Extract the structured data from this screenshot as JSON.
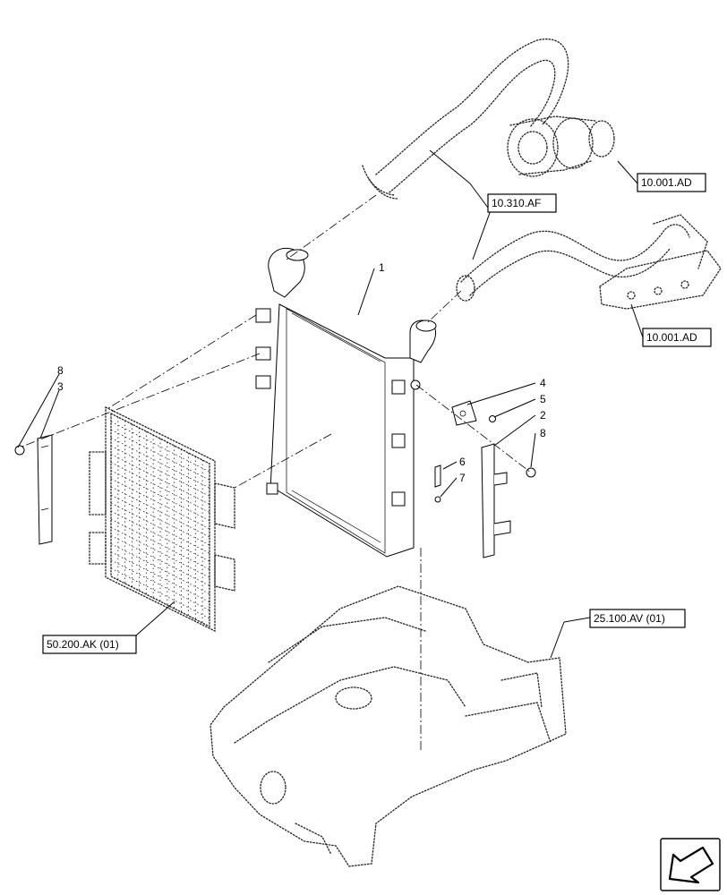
{
  "references": {
    "turbo": "10.001.AD",
    "hoses": "10.310.AF",
    "manifold": "10.001.AD",
    "condenser": "50.200.AK (01)",
    "frame": "25.100.AV (01)"
  },
  "callouts": {
    "intercooler": "1",
    "bracket_right": "2",
    "bracket_left": "3",
    "plate": "4",
    "nut": "5",
    "bolt": "6",
    "washer": "7",
    "screw_left": "8",
    "screw_right": "8"
  },
  "nav_icon": "arrow-back-icon"
}
